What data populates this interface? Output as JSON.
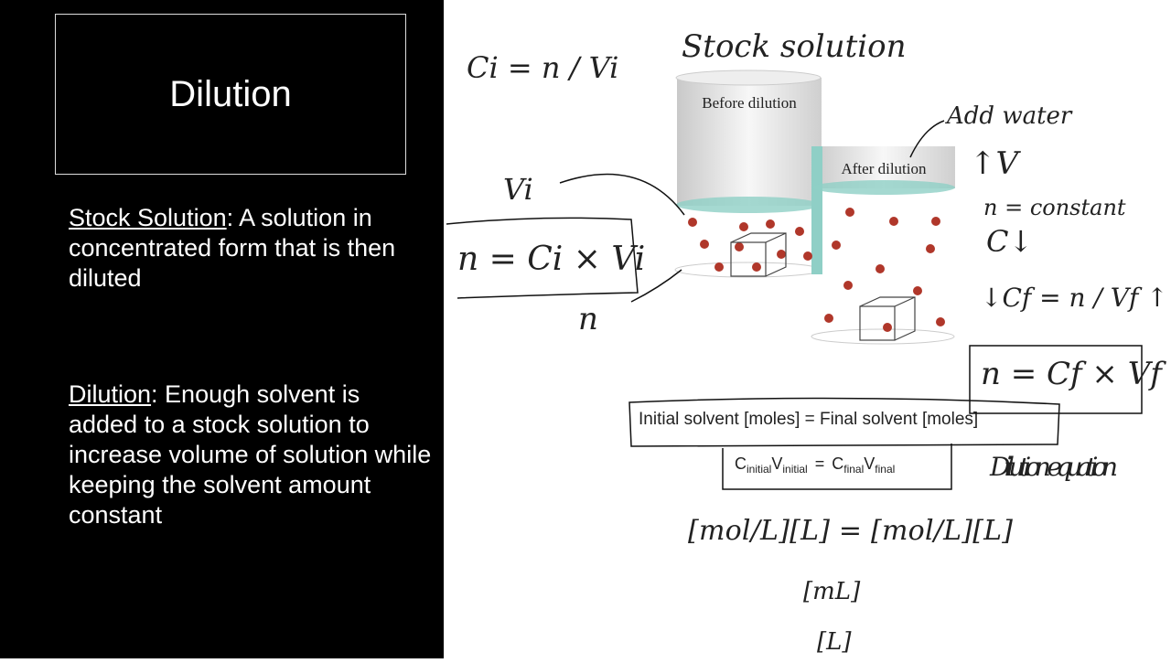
{
  "slide": {
    "title": "Dilution",
    "definitions": [
      {
        "term": "Stock Solution",
        "text": ": A solution in concentrated form that is then diluted"
      },
      {
        "term": "Dilution",
        "text": ": Enough solvent is added to a stock solution to increase volume of solution while keeping the solvent amount constant"
      }
    ]
  },
  "figure": {
    "before_label": "Before dilution",
    "after_label": "After dilution",
    "equation_moles": "Initial solvent [moles] = Final solvent [moles]",
    "equation_cv": {
      "c1": "C",
      "s1": "initial",
      "v1": "V",
      "s2": "initial",
      "eq": "=",
      "c2": "C",
      "s3": "final",
      "v2": "V",
      "s4": "final"
    },
    "colors": {
      "solution": "#8fcfc6",
      "particle": "#b0372a",
      "cylinder": "#e6e6e6"
    }
  },
  "annotations": {
    "stock_solution": "Stock solution",
    "ci_eq": "Ci = n / Vi",
    "vi": "Vi",
    "n_eq": "n = Ci × Vi",
    "n": "n",
    "add_water": "Add water",
    "v_up": "↑V",
    "n_constant": "n = constant",
    "c_down": "C↓",
    "cf_eq": "↓Cf = n / Vf ↑",
    "n_cf_vf": "n = Cf × Vf",
    "dilution_equation": "Dilution equation",
    "units": "[mol/L][L] = [mol/L][L]",
    "ml": "[mL]",
    "l": "[L]"
  }
}
